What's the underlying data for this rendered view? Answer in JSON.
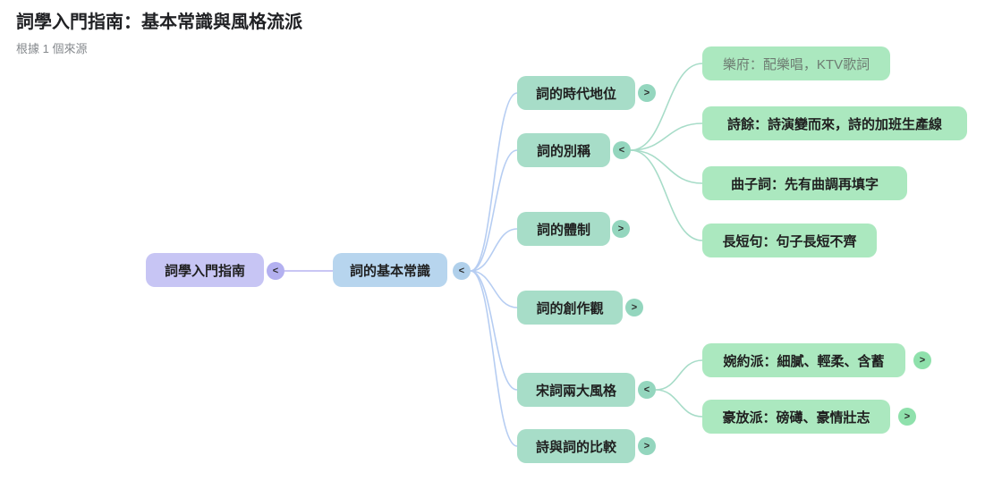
{
  "header": {
    "title": "詞學入門指南：基本常識與風格流派",
    "source_label": "根據 1 個來源"
  },
  "palette": {
    "root_fill": "#c7c5f4",
    "root_button": "#b3b0f0",
    "hub_fill": "#b7d5ee",
    "hub_button": "#b0d0eb",
    "branch_fill": "#a7ddc8",
    "branch_button": "#94d6be",
    "leaf_fill": "#abe8bf",
    "leaf_button": "#8fe1ac",
    "link_purple": "#c9c6f4",
    "link_blue": "#b6cdf2",
    "link_teal": "#a7dcc8",
    "text": "#1f1f1f",
    "muted_text": "#6e7c72"
  },
  "mindmap": {
    "root": {
      "label": "詞學入門指南",
      "toggle": "<"
    },
    "hub": {
      "label": "詞的基本常識",
      "toggle": "<"
    },
    "branches": [
      {
        "label": "詞的時代地位",
        "toggle": ">"
      },
      {
        "label": "詞的別稱",
        "toggle": "<",
        "children": [
          {
            "label": "樂府：配樂唱，KTV歌詞"
          },
          {
            "label": "詩餘：詩演變而來，詩的加班生產線"
          },
          {
            "label": "曲子詞：先有曲調再填字"
          },
          {
            "label": "長短句：句子長短不齊"
          }
        ]
      },
      {
        "label": "詞的體制",
        "toggle": ">"
      },
      {
        "label": "詞的創作觀",
        "toggle": ">"
      },
      {
        "label": "宋詞兩大風格",
        "toggle": "<",
        "children": [
          {
            "label": "婉約派：細膩、輕柔、含蓄",
            "toggle": ">"
          },
          {
            "label": "豪放派：磅礡、豪情壯志",
            "toggle": ">"
          }
        ]
      },
      {
        "label": "詩與詞的比較",
        "toggle": ">"
      }
    ]
  }
}
